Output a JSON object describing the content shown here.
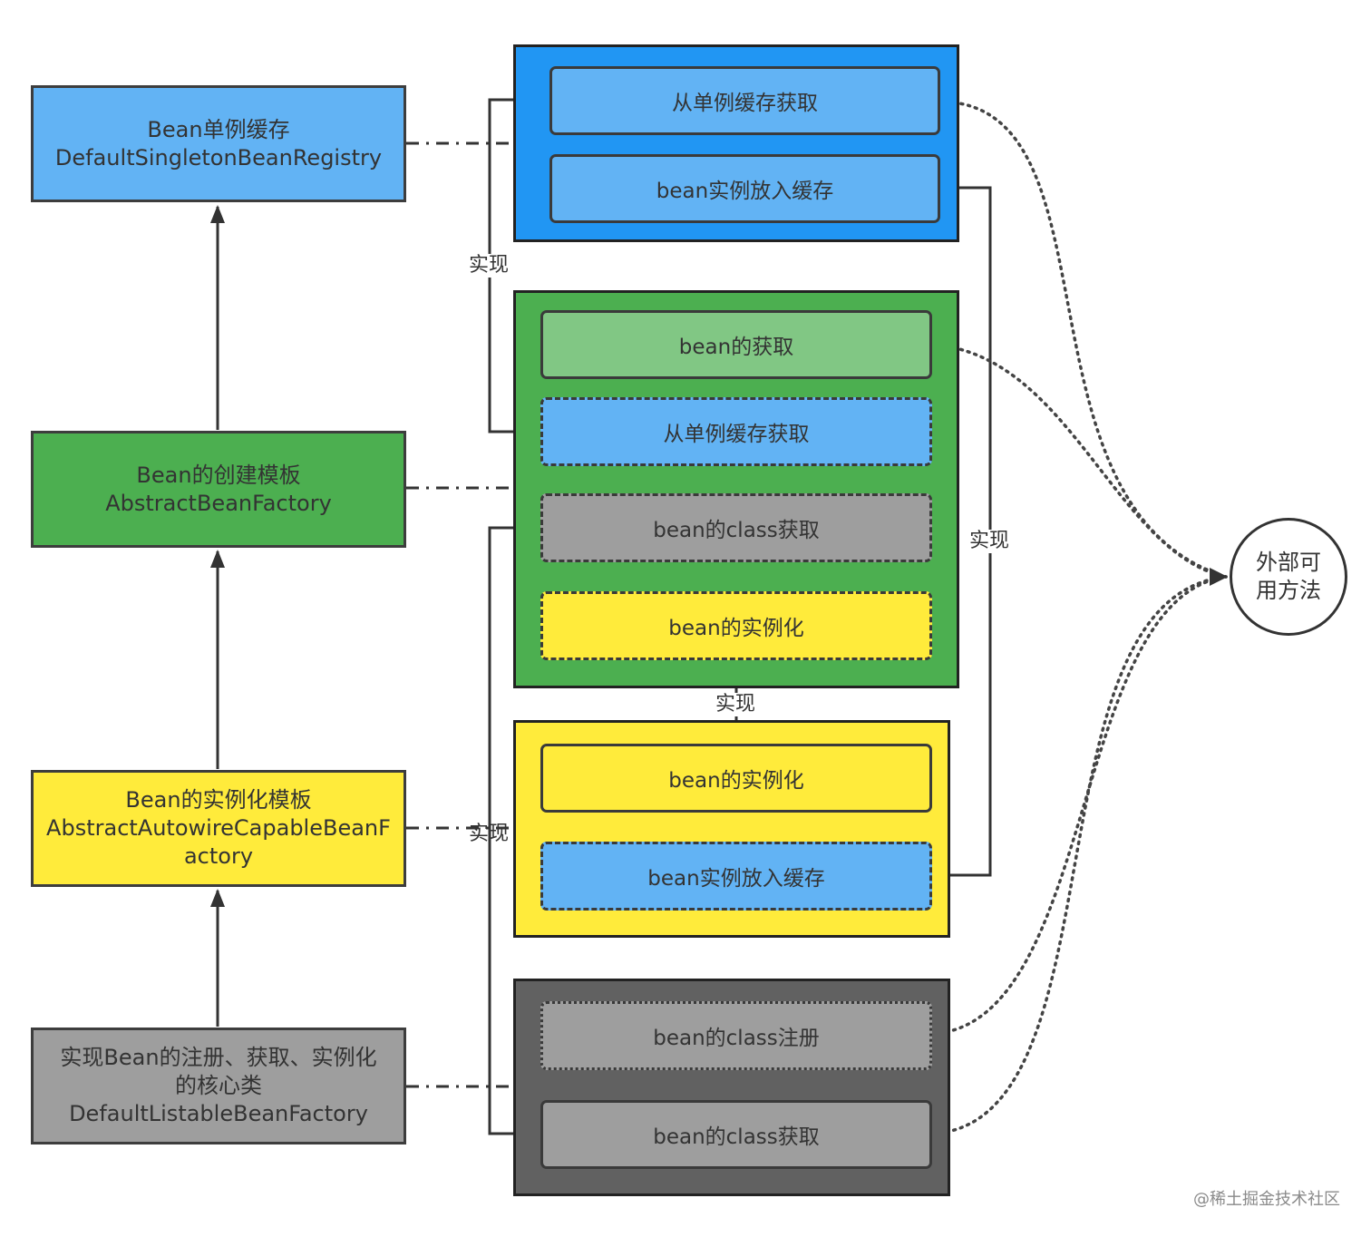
{
  "classes": {
    "registry": {
      "line1": "Bean单例缓存",
      "line2": "DefaultSingletonBeanRegistry",
      "color": "#62b3f4"
    },
    "factory": {
      "line1": "Bean的创建模板",
      "line2": "AbstractBeanFactory",
      "color": "#4caf50"
    },
    "autowire": {
      "line1": "Bean的实例化模板",
      "line2": "AbstractAutowireCapableBeanF",
      "line3": "actory",
      "color": "#ffeb3b"
    },
    "listable": {
      "line1": "实现Bean的注册、获取、实例化",
      "line2": "的核心类",
      "line3": "DefaultListableBeanFactory",
      "color": "#9e9e9e"
    }
  },
  "groups": {
    "blue": {
      "color": "#2196f3",
      "items": [
        {
          "label": "从单例缓存获取",
          "color": "#62b3f4"
        },
        {
          "label": "bean实例放入缓存",
          "color": "#62b3f4"
        }
      ]
    },
    "green": {
      "color": "#4caf50",
      "items": [
        {
          "label": "bean的获取",
          "color": "#81c784"
        },
        {
          "label": "从单例缓存获取",
          "color": "#62b3f4"
        },
        {
          "label": "bean的class获取",
          "color": "#9e9e9e"
        },
        {
          "label": "bean的实例化",
          "color": "#ffeb3b"
        }
      ]
    },
    "yellow": {
      "color": "#ffeb3b",
      "items": [
        {
          "label": "bean的实例化",
          "color": "#ffeb3b"
        },
        {
          "label": "bean实例放入缓存",
          "color": "#62b3f4"
        }
      ]
    },
    "dark": {
      "color": "#616161",
      "items": [
        {
          "label": "bean的class注册",
          "color": "#9e9e9e"
        },
        {
          "label": "bean的class获取",
          "color": "#9e9e9e"
        }
      ]
    }
  },
  "edge_labels": {
    "implements_1": "实现",
    "implements_2": "实现",
    "implements_3": "实现",
    "implements_4": "实现"
  },
  "external": {
    "line1": "外部可",
    "line2": "用方法"
  },
  "watermark": "@稀土掘金技术社区"
}
